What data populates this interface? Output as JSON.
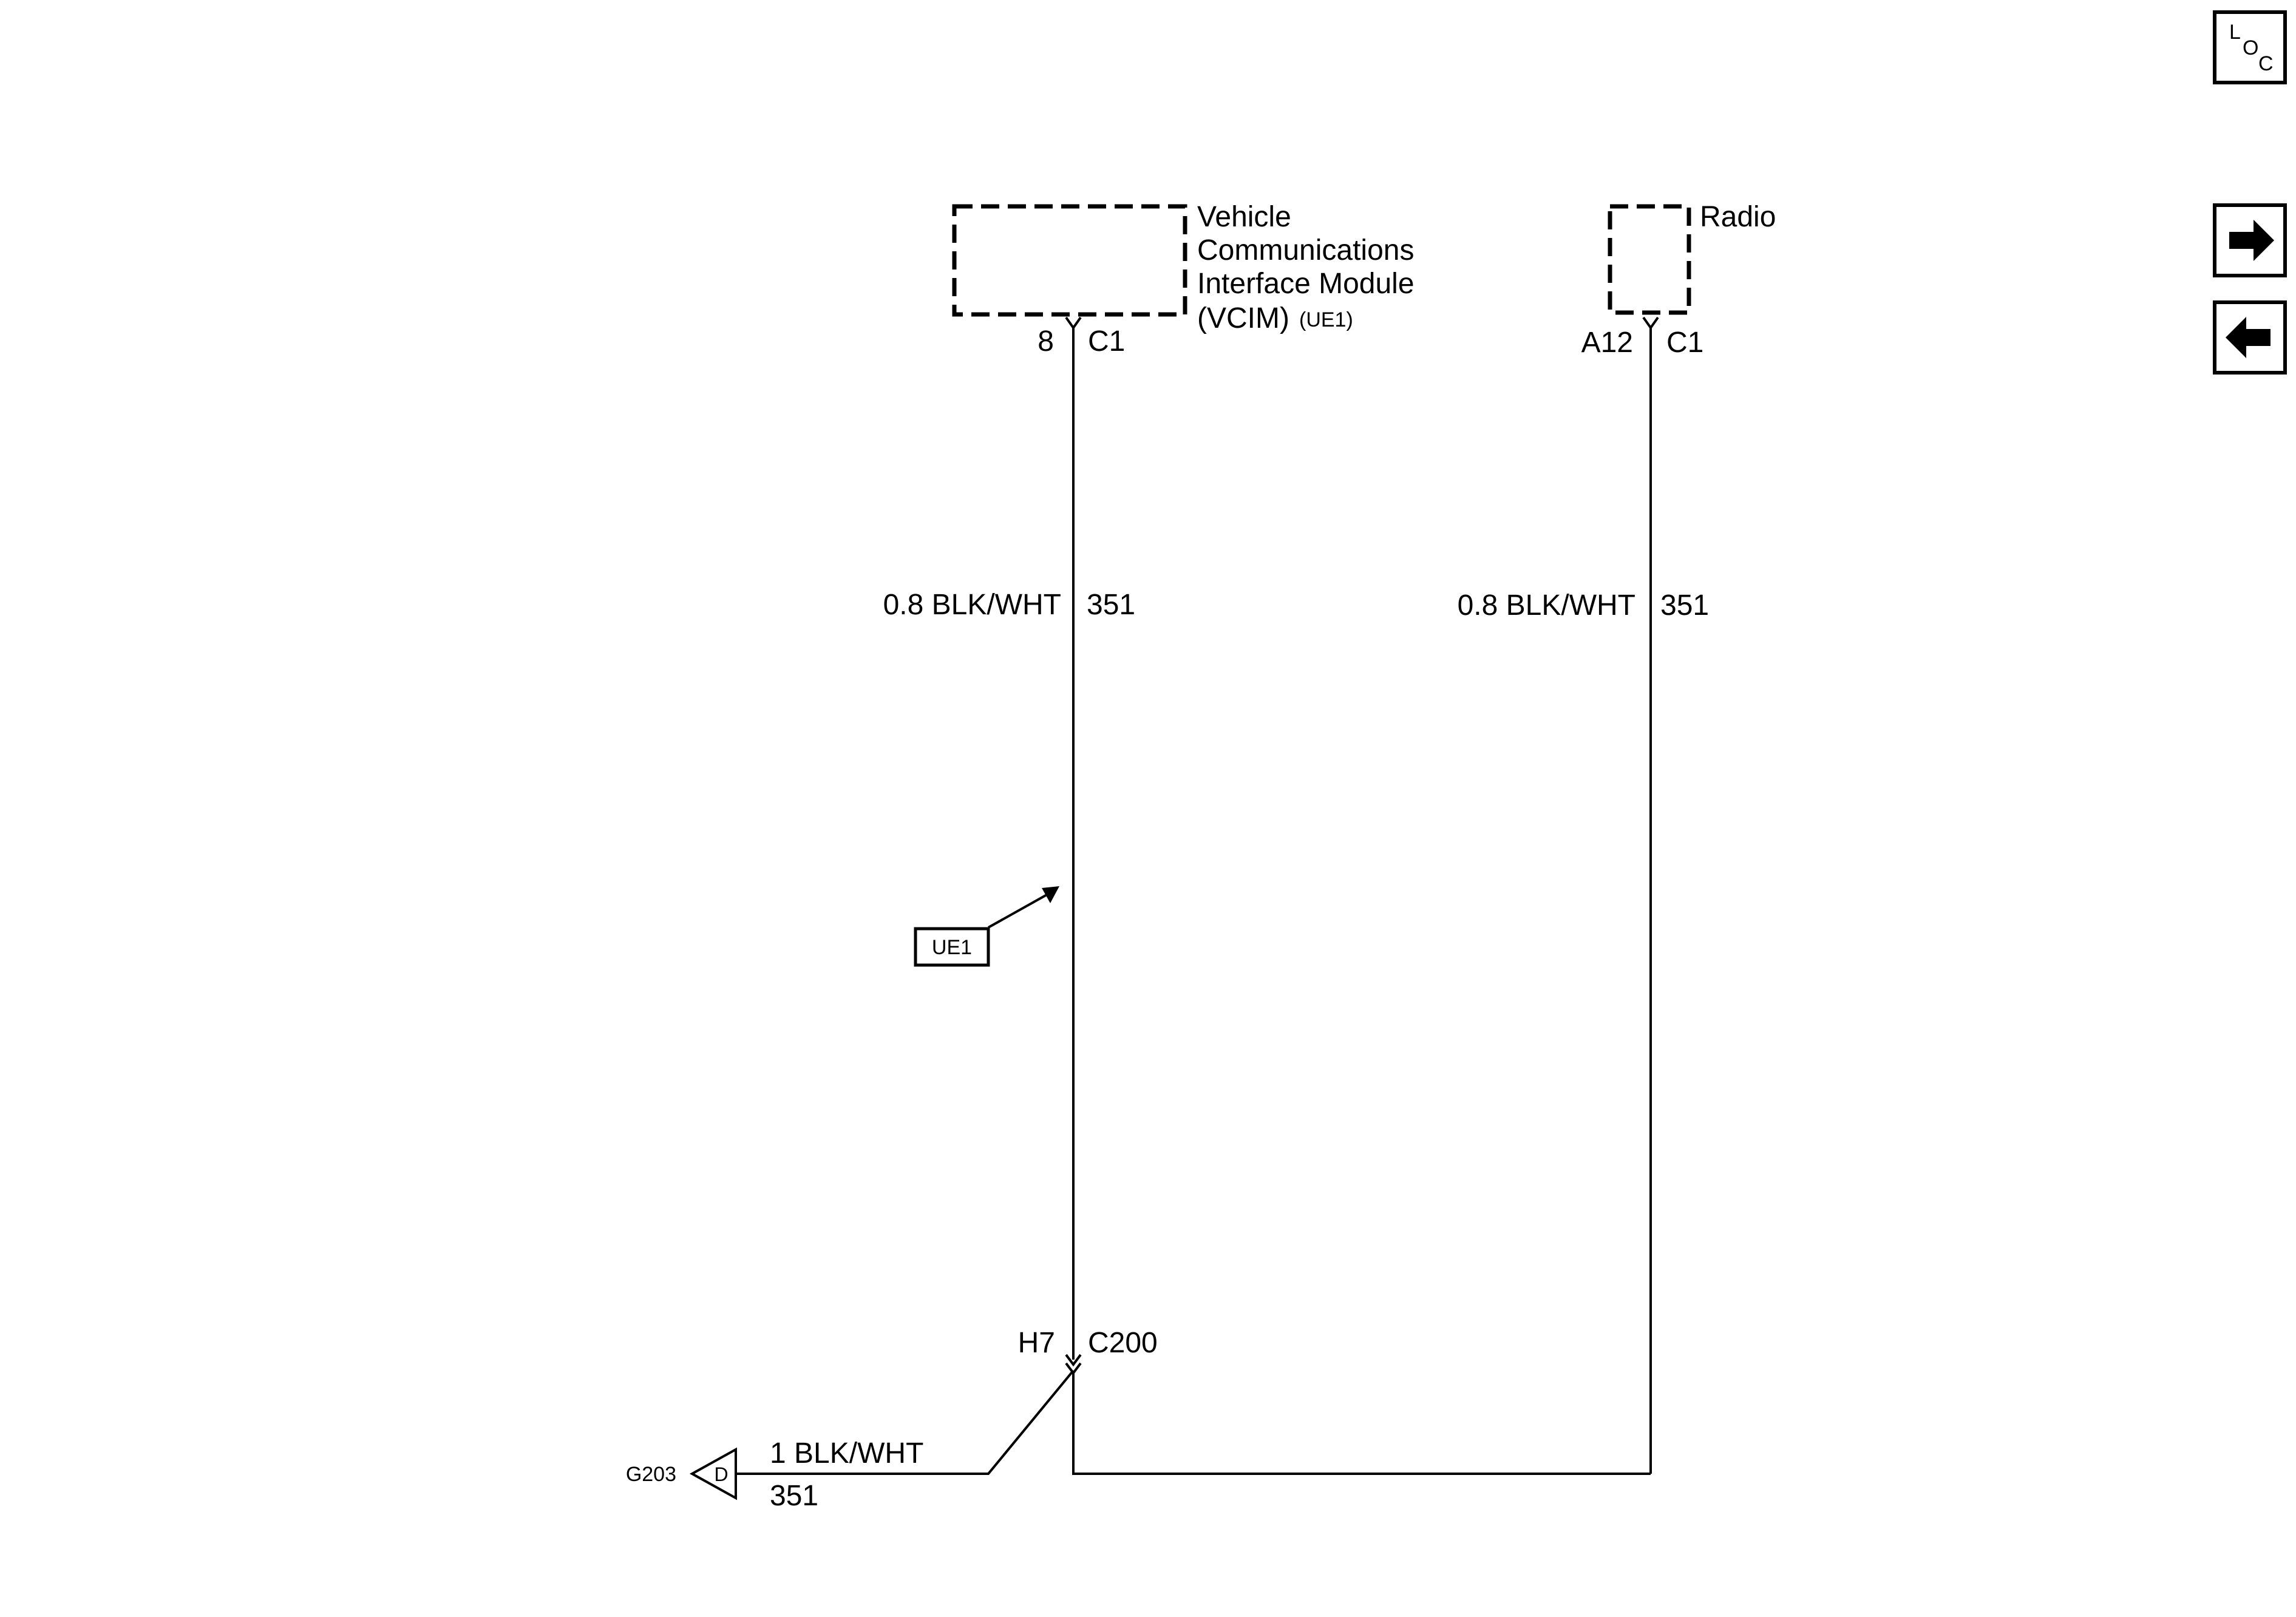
{
  "components": {
    "vcim": {
      "name_lines": [
        "Vehicle",
        "Communications",
        "Interface Module",
        "(VCIM)"
      ],
      "ref": "(UE1)",
      "pin": "8",
      "connector": "C1"
    },
    "radio": {
      "name": "Radio",
      "pin": "A12",
      "connector": "C1"
    }
  },
  "wires": {
    "vcim_wire": {
      "gauge_color": "0.8 BLK/WHT",
      "circuit": "351"
    },
    "radio_wire": {
      "gauge_color": "0.8 BLK/WHT",
      "circuit": "351"
    },
    "ground_wire": {
      "gauge_color": "1 BLK/WHT",
      "circuit": "351"
    }
  },
  "inline_connector": {
    "pin": "H7",
    "connector": "C200"
  },
  "callout": {
    "label": "UE1"
  },
  "ground": {
    "id": "G203",
    "symbol_letter": "D"
  },
  "nav": {
    "loc_letters": [
      "L",
      "O",
      "C"
    ],
    "icons": [
      "loc-icon",
      "arrow-right-icon",
      "arrow-left-icon"
    ]
  }
}
